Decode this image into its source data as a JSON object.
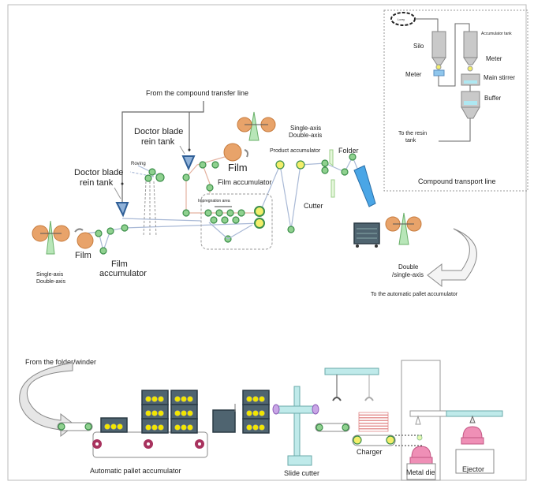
{
  "top": {
    "compound_transfer_line": "From the compound transfer line",
    "doctor_blade_1": [
      "Doctor blade",
      "rein tank"
    ],
    "doctor_blade_2": [
      "Doctor blade",
      "rein tank"
    ],
    "roving": "Roving",
    "film_left": "Film",
    "film_accumulator_left": [
      "Film",
      "accumulator"
    ],
    "axis_left": [
      "Single-axis",
      "Double-axis"
    ],
    "film_upper": "Film",
    "film_accumulator_upper": "Film accumulator",
    "impregnation_area": "Impregnation area",
    "axis_upper": [
      "Single-axis",
      "Double-axis"
    ],
    "product_accumulator": "Product accumulator",
    "cutter": "Cutter",
    "folder": "Folder",
    "axis_right": [
      "Double",
      "/single-axis"
    ],
    "to_pallet_accumulator": "To the automatic pallet accumulator"
  },
  "inset": {
    "lorry": "Lorry",
    "silo": "Silo",
    "meter_left": "Meter",
    "accumulator_tank": "Accumulator tank",
    "meter_right": "Meter",
    "main_stirrer": "Main stirrer",
    "buffer": "Buffer",
    "to_resin_tank": [
      "To the resin",
      "tank"
    ],
    "title": "Compound transport line"
  },
  "bottom": {
    "from_folder": "From the folder/winder",
    "pallet_accumulator": "Automatic pallet accumulator",
    "slide_cutter": "Slide cutter",
    "charger": "Charger",
    "metal_die": "Metal die",
    "ejector": "Ejector"
  }
}
